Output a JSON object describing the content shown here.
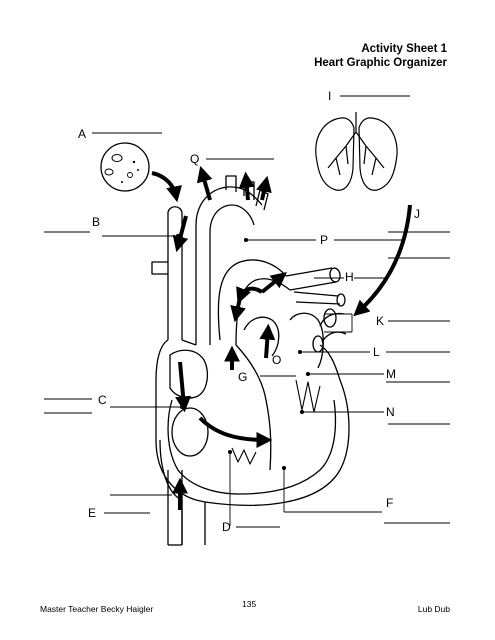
{
  "header": {
    "line1": "Activity Sheet 1",
    "line2": "Heart Graphic Organizer"
  },
  "labels": {
    "A": "A",
    "B": "B",
    "C": "C",
    "D": "D",
    "E": "E",
    "F": "F",
    "G": "G",
    "H": "H",
    "I": "I",
    "J": "J",
    "K": "K",
    "L": "L",
    "M": "M",
    "N": "N",
    "O": "O",
    "P": "P",
    "Q": "Q"
  },
  "footer": {
    "left": "Master Teacher Becky Haigler",
    "center": "135",
    "right": "Lub Dub"
  }
}
